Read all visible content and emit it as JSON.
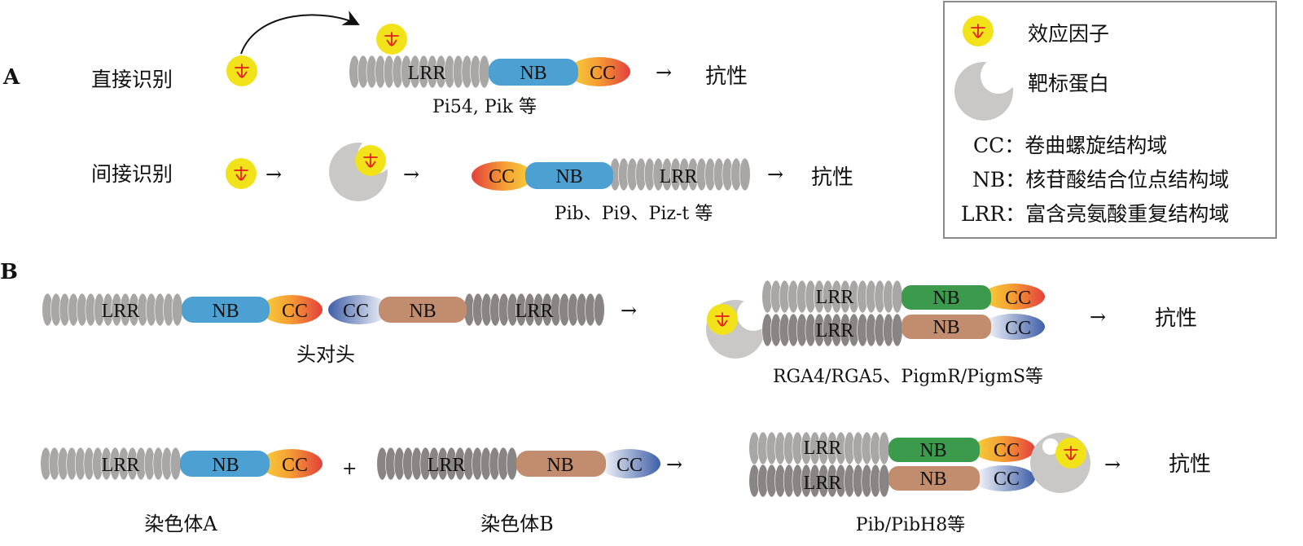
{
  "colors": {
    "effector_fill": "#f2e21a",
    "effector_star": "#e41e1e",
    "target_protein": "#c9c8c7",
    "lrr_light": "#a9a6a6",
    "lrr_dark": "#8a8585",
    "nb_blue": "#4da0d2",
    "nb_brown": "#c28d6e",
    "nb_green": "#3c9a4c",
    "cc_orange_start": "#f6b731",
    "cc_orange_end": "#e4463e",
    "cc_blue_start": "#3f63ad",
    "cc_blue_end": "#ffffff",
    "legend_border": "#8a8a8a"
  },
  "icons": {
    "effector": "effector-icon",
    "target_protein": "target-protein-icon"
  },
  "panel_a": {
    "label": "A",
    "direct": {
      "title": "直接识别",
      "lrr": "LRR",
      "nb": "NB",
      "cc": "CC",
      "arrow": "→",
      "result": "抗性",
      "examples": "Pi54, Pik 等"
    },
    "indirect": {
      "title": "间接识别",
      "arrow1": "→",
      "arrow2": "→",
      "cc": "CC",
      "nb": "NB",
      "lrr": "LRR",
      "arrow3": "→",
      "result": "抗性",
      "examples": "Pib、Pi9、Piz-t 等"
    }
  },
  "panel_b": {
    "label": "B",
    "head_to_head": {
      "left": {
        "lrr": "LRR",
        "nb": "NB",
        "cc": "CC"
      },
      "right": {
        "cc": "CC",
        "nb": "NB",
        "lrr": "LRR"
      },
      "caption": "头对头",
      "arrow": "→",
      "complex": {
        "top": {
          "lrr": "LRR",
          "nb": "NB",
          "cc": "CC"
        },
        "bottom": {
          "lrr": "LRR",
          "nb": "NB",
          "cc": "CC"
        }
      },
      "arrow2": "→",
      "result": "抗性",
      "examples": "RGA4/RGA5、PigmR/PigmS等"
    },
    "chromosomes": {
      "a": {
        "lrr": "LRR",
        "nb": "NB",
        "cc": "CC",
        "caption": "染色体A"
      },
      "plus": "+",
      "b": {
        "lrr": "LRR",
        "nb": "NB",
        "cc": "CC",
        "caption": "染色体B"
      },
      "arrow": "→",
      "complex": {
        "top": {
          "lrr": "LRR",
          "nb": "NB",
          "cc": "CC"
        },
        "bottom": {
          "lrr": "LRR",
          "nb": "NB",
          "cc": "CC"
        }
      },
      "arrow2": "→",
      "result": "抗性",
      "examples": "Pib/PibH8等"
    }
  },
  "legend": {
    "effector": "效应因子",
    "target": "靶标蛋白",
    "cc_def": "CC：卷曲螺旋结构域",
    "nb_def": "NB：核苷酸结合位点结构域",
    "lrr_def": "LRR：富含亮氨酸重复结构域"
  }
}
